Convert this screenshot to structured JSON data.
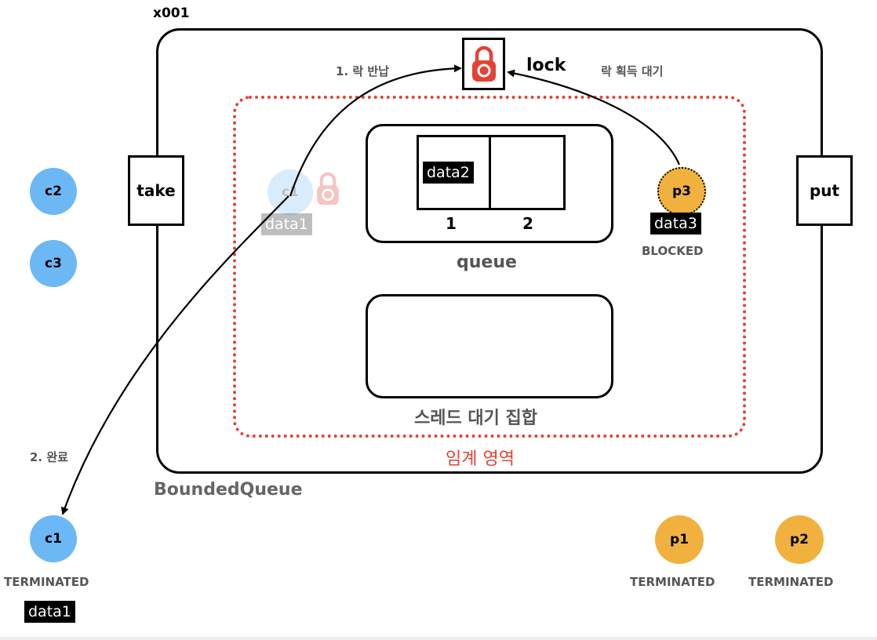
{
  "address": "x001",
  "container_label": "BoundedQueue",
  "critical_section_label": "임계 영역",
  "critical_section_color": "#e34234",
  "lock_icon": "lock-icon",
  "lock_label": "lock",
  "methods": {
    "take": "take",
    "put": "put"
  },
  "queue": {
    "label": "queue",
    "slots": [
      {
        "index": "1",
        "value": "data2"
      },
      {
        "index": "2",
        "value": ""
      }
    ]
  },
  "wait_set_label": "스레드 대기 집합",
  "arrows": {
    "release_lock": "1. 락 반납",
    "complete": "2. 완료",
    "waiting_lock": "락 획득 대기"
  },
  "consumers": {
    "c1_ghost": {
      "name": "c1",
      "data": "data1"
    },
    "c1": {
      "name": "c1",
      "state": "TERMINATED",
      "data": "data1"
    },
    "c2": {
      "name": "c2"
    },
    "c3": {
      "name": "c3"
    }
  },
  "producers": {
    "p1": {
      "name": "p1",
      "state": "TERMINATED"
    },
    "p2": {
      "name": "p2",
      "state": "TERMINATED"
    },
    "p3": {
      "name": "p3",
      "state": "BLOCKED",
      "data": "data3"
    }
  },
  "colors": {
    "consumer": "#6cb8f5",
    "producer": "#f0b13f",
    "lock": "#e34234"
  }
}
